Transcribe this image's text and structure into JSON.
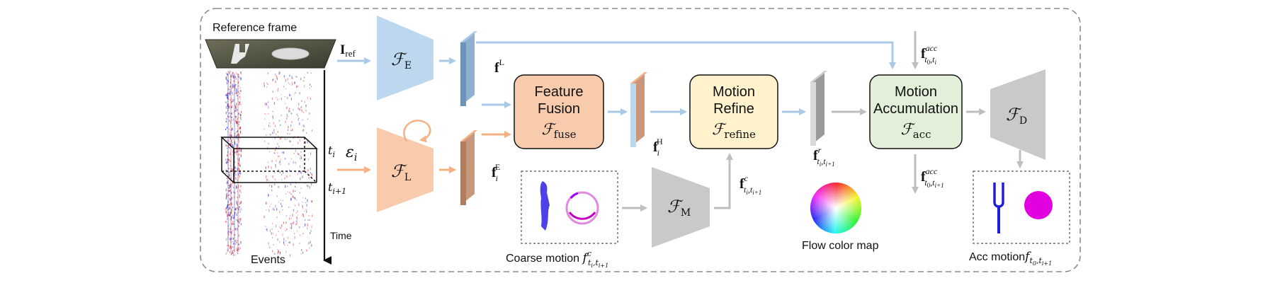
{
  "colors": {
    "border": "#8c8c8c",
    "blue_trap": "#bcd7ee",
    "orange_trap": "#f8cbad",
    "gray_trap": "#c9c9c9",
    "fusion_fill": "#f8cbad",
    "refine_fill": "#fff2cc",
    "accum_fill": "#e2f0d9",
    "arrow_blue": "#a9c9e6",
    "arrow_orange": "#f4b183",
    "arrow_gray": "#bfbfbf",
    "magenta": "#e000e0",
    "blue": "#1f1fd8"
  },
  "labels": {
    "reference_frame": "Reference frame",
    "events": "Events",
    "time": "Time",
    "t_i": "t",
    "t_i_sub": "i",
    "t_i1": "t",
    "t_i1_sub": "i+1",
    "i_ref": "I",
    "i_ref_sub": "ref",
    "eps": "ε",
    "eps_sub": "i",
    "fE": "ℱ",
    "fE_sub": "E",
    "fL": "ℱ",
    "fL_sub": "L",
    "fM": "ℱ",
    "fM_sub": "M",
    "fD": "ℱ",
    "fD_sub": "D",
    "feat_L": "f",
    "feat_L_sup": "L",
    "feat_E": "f",
    "feat_E_sub": "i",
    "feat_E_sup": "E",
    "feat_H": "f",
    "feat_H_sub": "i",
    "feat_H_sup": "H",
    "feat_r": "f",
    "feat_r_sup": "r",
    "feat_r_sub": "t",
    "feat_r_subsub": "i",
    "feat_r_sub2": ",t",
    "feat_r_subsub2": "i+1",
    "feat_c": "f",
    "feat_c_sup": "c",
    "feat_c_sub": "t",
    "feat_c_subsub": "i",
    "feat_c_sub2": ",t",
    "feat_c_subsub2": "i+1",
    "acc_top": "f",
    "acc_top_sup": "acc",
    "acc_top_sub": "t",
    "acc_top_subsub": "0",
    "acc_top_sub2": ",t",
    "acc_top_subsub2": "i",
    "acc_bot": "f",
    "acc_bot_sup": "acc",
    "acc_bot_sub": "t",
    "acc_bot_subsub": "0",
    "acc_bot_sub2": ",t",
    "acc_bot_subsub2": "i+1",
    "fusion_l1": "Feature",
    "fusion_l2": "Fusion",
    "fusion_f": "ℱ",
    "fusion_sub": "fuse",
    "refine_l1": "Motion",
    "refine_l2": "Refine",
    "refine_f": "ℱ",
    "refine_sub": "refine",
    "accum_l1": "Motion",
    "accum_l2": "Accumulation",
    "accum_f": "ℱ",
    "accum_sub": "acc",
    "coarse_caption": "Coarse motion ",
    "coarse_f": "f",
    "coarse_sup": "c",
    "coarse_sub": "t",
    "coarse_subsub": "i",
    "coarse_sub2": ",t",
    "coarse_subsub2": "i+1",
    "flow_caption": "Flow color map",
    "acc_caption": "Acc motion",
    "acc_cap_f": "f",
    "acc_cap_sub": "t",
    "acc_cap_subsub": "0",
    "acc_cap_sub2": ",t",
    "acc_cap_subsub2": "i+1"
  }
}
